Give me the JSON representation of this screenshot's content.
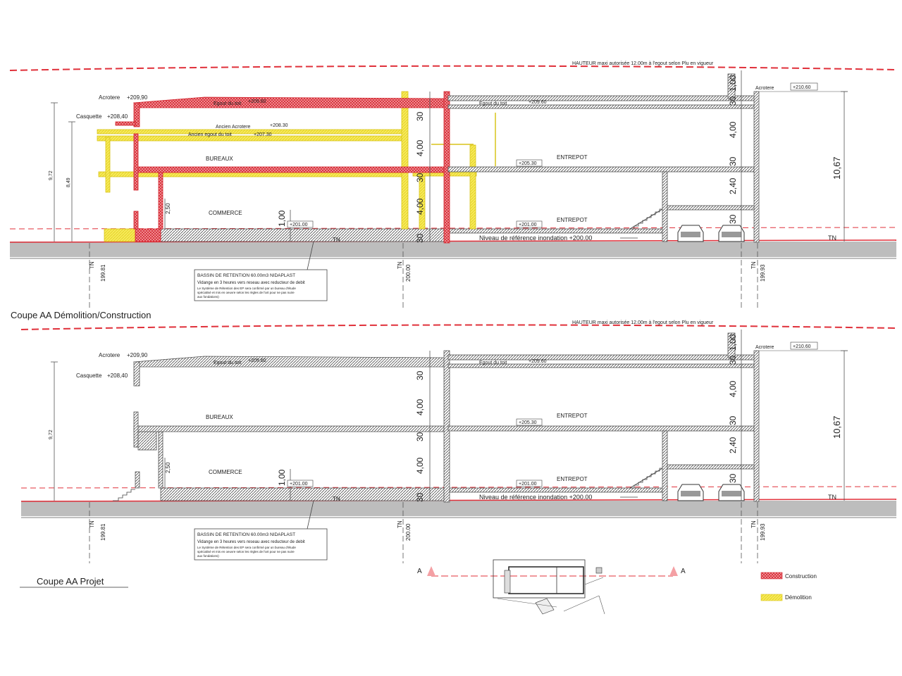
{
  "colors": {
    "construction": "#e0303a",
    "demolition": "#f2e23a",
    "line": "#444444",
    "ground": "#bdbdbd",
    "height_limit": "#e0303a"
  },
  "height_limit": "HAUTEUR maxi autorisée 12.00m à l'egout selon Plu en vigueur",
  "labels": {
    "acrotere": "Acrotere",
    "acrotere_level": "+209,90",
    "casquette": "Casquette",
    "casquette_level": "+208,40",
    "egout": "Egout du toit",
    "egout_level": "+209.60",
    "egout2": "Egout du toit",
    "egout2_level": "+209.60",
    "ancien_acrotere": "Ancien Acrotere",
    "ancien_acrotere_level": "+208.30",
    "ancien_egout": "Ancien egout du toit",
    "ancien_egout_level": "+207.30",
    "bureaux": "BUREAUX",
    "commerce": "COMMERCE",
    "entrepot": "ENTREPOT",
    "entrepot2": "ENTREPOT",
    "acrotere_right": "Acrotere",
    "acrotere_right_level": "+210.60",
    "level_205": "+205.30",
    "level_201a": "+201.00",
    "level_201b": "+201.00",
    "flood_ref": "Niveau de référence inondation +200.00",
    "tn": "TN",
    "tn_left": "199.81",
    "tn_mid": "200.00",
    "tn_right": "199.93",
    "dim_972": "9,72",
    "dim_849": "8,49",
    "dim_1067": "10,67",
    "dim_250": "2,50",
    "dim_100": "1,00",
    "dim_30": "30",
    "dim_400": "4,00",
    "dim_240": "2,40",
    "bassin_title": "BASSIN  DE RETENTION  60.00m3 NIDAPLAST",
    "bassin_line1": "Vidange en 3 heures vers reseau avec reducteur de debit",
    "bassin_line2": "Le Système de Rétention des EP sera confirmé par un bureau d'étude",
    "bassin_line3": "spécialisé et mis en oeuvre selon les règles de l'art pour ne pas nuire",
    "bassin_line4": "aux fondations)"
  },
  "titles": {
    "top": "Coupe AA Démolition/Construction",
    "bottom": "Coupe AA Projet"
  },
  "keyplan": {
    "marker": "A"
  },
  "legend": {
    "construction": "Construction",
    "demolition": "Démolition"
  }
}
